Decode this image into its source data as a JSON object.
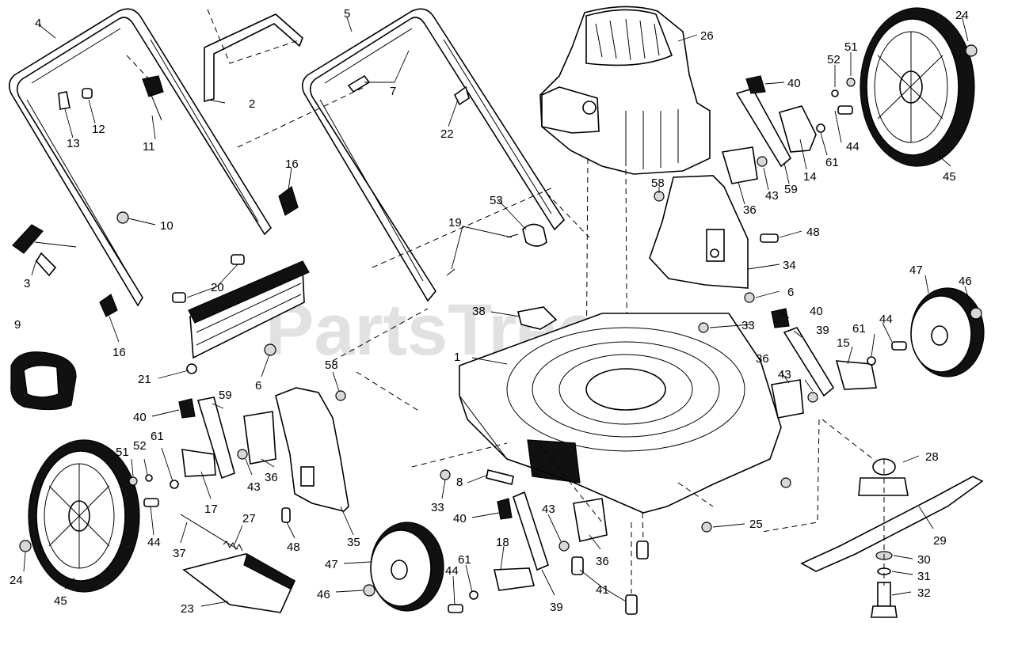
{
  "watermark": "PartsTree",
  "callouts": [
    "1",
    "2",
    "3",
    "4",
    "5",
    "6",
    "7",
    "8",
    "9",
    "10",
    "11",
    "12",
    "13",
    "14",
    "15",
    "16",
    "17",
    "18",
    "19",
    "20",
    "21",
    "22",
    "23",
    "24",
    "25",
    "26",
    "27",
    "28",
    "29",
    "30",
    "31",
    "32",
    "33",
    "34",
    "35",
    "36",
    "37",
    "38",
    "39",
    "40",
    "41",
    "43",
    "44",
    "45",
    "46",
    "47",
    "48",
    "51",
    "52",
    "53",
    "58",
    "59",
    "61"
  ],
  "colors": {
    "line": "#000000",
    "background": "#ffffff",
    "watermark": "#c9c9c9",
    "tread": "#111111"
  }
}
